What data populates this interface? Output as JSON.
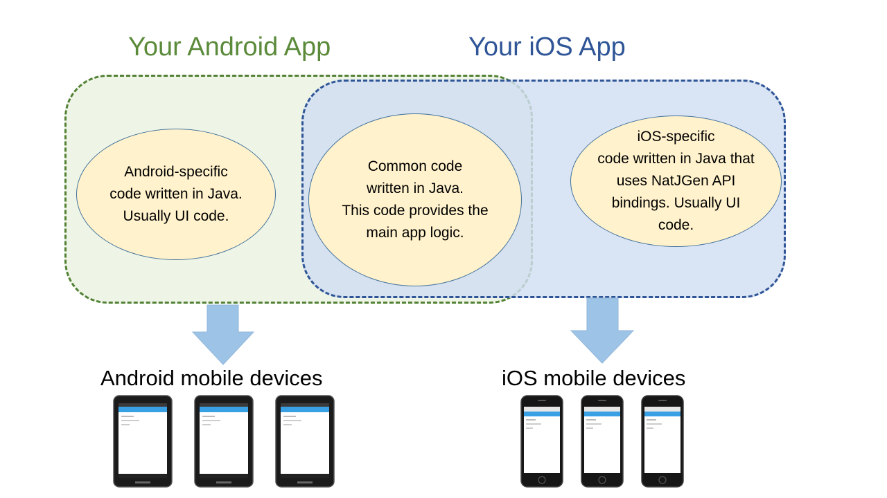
{
  "headings": {
    "android_app": "Your Android App",
    "ios_app": "Your iOS App"
  },
  "nodes": {
    "android_specific": "Android-specific\ncode written in Java.\nUsually UI code.",
    "common": "Common code\nwritten in Java.\nThis code provides the\nmain app logic.",
    "ios_specific": "iOS-specific\ncode written in Java that\nuses NatJGen API\nbindings. Usually UI\ncode."
  },
  "targets": {
    "android_devices": "Android mobile devices",
    "ios_devices": "iOS mobile devices"
  },
  "colors": {
    "android_green": "#5a8a3a",
    "ios_blue": "#2f5597",
    "ellipse_fill": "#fff2cc",
    "arrow_fill": "#9dc3e6"
  }
}
